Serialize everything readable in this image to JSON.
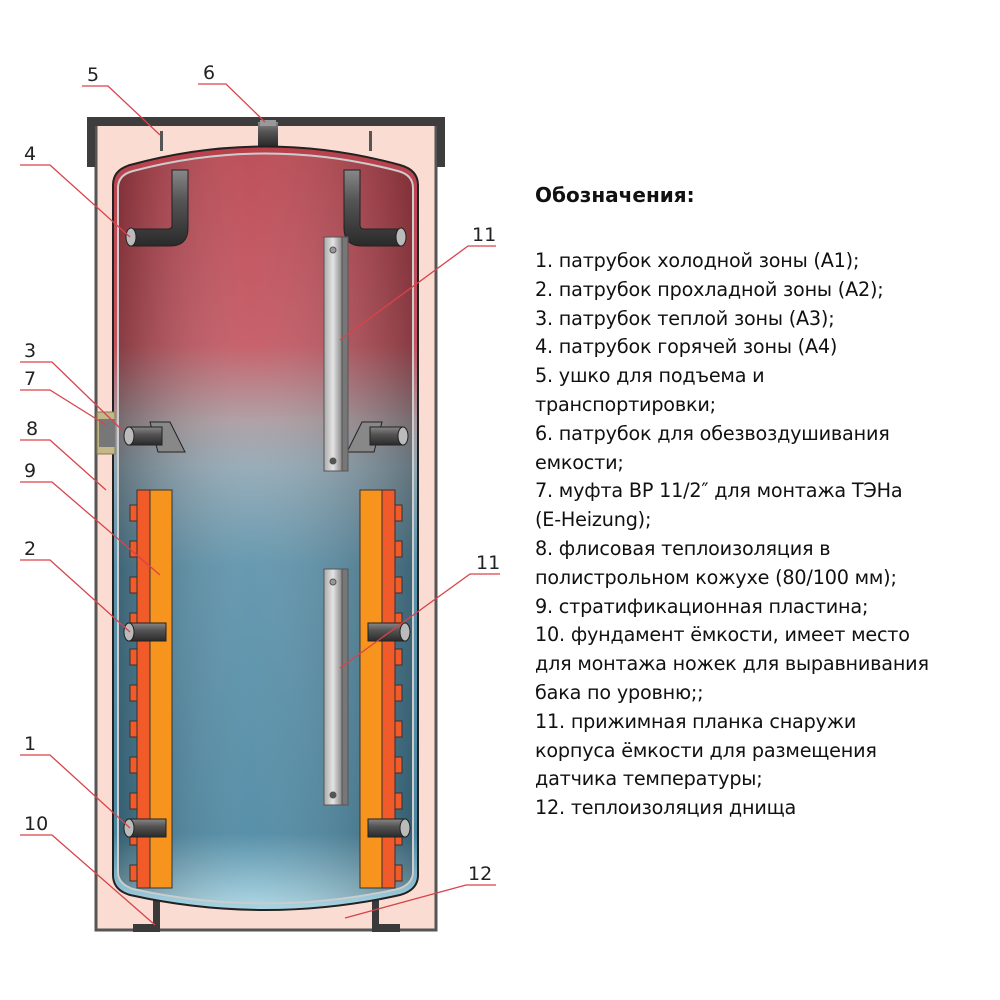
{
  "labels": {
    "l1": "1",
    "l2": "2",
    "l3": "3",
    "l4": "4",
    "l5": "5",
    "l6": "6",
    "l7": "7",
    "l8": "8",
    "l9": "9",
    "l10": "10",
    "l11a": "11",
    "l11b": "11",
    "l12": "12"
  },
  "legend": {
    "title": "Обозначения:",
    "lines": [
      "1.  патрубок холодной зоны (A1);",
      "2.  патрубок прохладной зоны (A2);",
      "3.  патрубок теплой зоны (A3);",
      "4.  патрубок горячей зоны (A4)",
      "5.  ушко для подъема и",
      "транспортировки;",
      "6.  патрубок для обезвоздушивания",
      "емкости;",
      "7.  муфта ВР 11/2″ для монтажа ТЭНа",
      "(E-Heizung);",
      "8.  флисовая теплоизоляция в",
      "полистрольном кожухе (80/100 мм);",
      "9.  стратификационная пластина;",
      "10.  фундамент ёмкости, имеет место",
      "для монтажа ножек для выравнивания",
      "бака по уровню;;",
      "11.  прижимная планка снаружи",
      "корпуса ёмкости для размещения",
      "датчика температуры;",
      "12.  теплоизоляция днища"
    ]
  },
  "colors": {
    "hot": "#b8414c",
    "cold": "#4f8ba5",
    "insulation": "#fbdcd3",
    "plate": "#f7941d",
    "plate_teeth": "#f15a29",
    "leader": "#d8434b"
  }
}
